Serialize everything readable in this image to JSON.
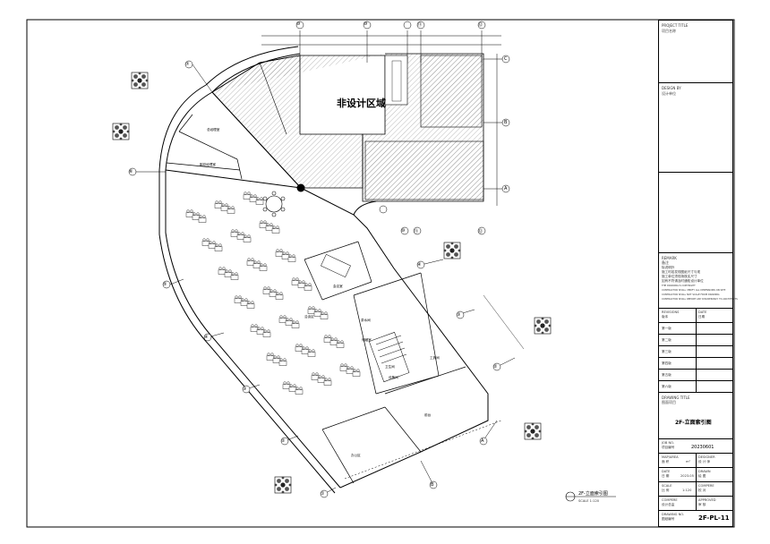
{
  "plan": {
    "zone_label": "非设计区域",
    "column_labels_top": [
      "⑩",
      "⑩",
      "⑪",
      "⑫"
    ],
    "grid_right": [
      "C",
      "B",
      "A"
    ],
    "grid_radial": [
      "⑦",
      "⑥",
      "⑤",
      "④",
      "③",
      "②",
      "①"
    ],
    "grid_bottom": [
      "⑩",
      "⑪",
      "⑫"
    ],
    "grid_diag": [
      "B",
      "A"
    ],
    "grid_diag_num": [
      "④",
      "③",
      "②",
      "①"
    ],
    "office_labels": [
      "总经理室",
      "副总经理室",
      "会议室",
      "茶水间",
      "前台",
      "洽谈区",
      "储藏室",
      "卫生间",
      "工具间",
      "设备间",
      "办公区"
    ],
    "index_title": "2F-立面索引图",
    "index_scale": "SCALE 1:120"
  },
  "titleblock": {
    "project_title_en": "PROJECT TITLE",
    "project_title_cn": "项目名称",
    "design_by_en": "DESIGN BY",
    "design_by_cn": "设计单位",
    "drawing_title_top_en": "",
    "remark_en": "REMARK",
    "remark_cn": "备注",
    "remark_lines": [
      "除说明外",
      "施工时若发现图纸尺寸与现",
      "施工单位须现场核实尺寸",
      "如有不符请及时通知设计单位",
      "THE DRAWING IS COPYRIGHT",
      "CONTRACTOR SHALL VERIFY ALL DIMENSIONS ON SITE",
      "CONTRACTOR SHALL NOT SCALE FROM DRAWING",
      "CONTRACTOR SHALL REPORT ANY DISCREPANCY TO ARCHITECTS"
    ],
    "revisions_en": "REVISIONS",
    "revisions_cn": "版本",
    "date_en": "DATE",
    "date_cn": "日期",
    "revision_rows": [
      "第一版",
      "第二版",
      "第三版",
      "第四版",
      "第五版",
      "第六版"
    ],
    "drawing_title_en": "DRAWING TITLE",
    "drawing_title_cn": "图面项目",
    "drawing_title_value": "2F-立面索引图",
    "job_no_en": "JOB NO.",
    "job_no_cn": "项目编号",
    "job_no_value": "20230601",
    "map_area_en": "MAP/AREA",
    "map_area_cn": "面 积",
    "map_area_value": "m²",
    "designer_en": "DESIGNER",
    "designer_cn": "设 计 师",
    "date2_en": "DATE",
    "date2_cn": "日 期",
    "date2_value": "2023.05",
    "drawn_en": "DRAWN",
    "drawn_cn": "绘 图",
    "scale_en": "SCALE",
    "scale_cn": "比 例",
    "scale_value": "1:120",
    "compere_en": "COMPERE",
    "compere_cn": "校 对",
    "compere2_en": "COMPERE",
    "compere2_cn": "设计总监",
    "approved_en": "APPROVED",
    "approved_cn": "审 核",
    "drawing_no_en": "DRAWING NO.",
    "drawing_no_cn": "图纸编号",
    "drawing_no_value": "2F-PL-11"
  }
}
